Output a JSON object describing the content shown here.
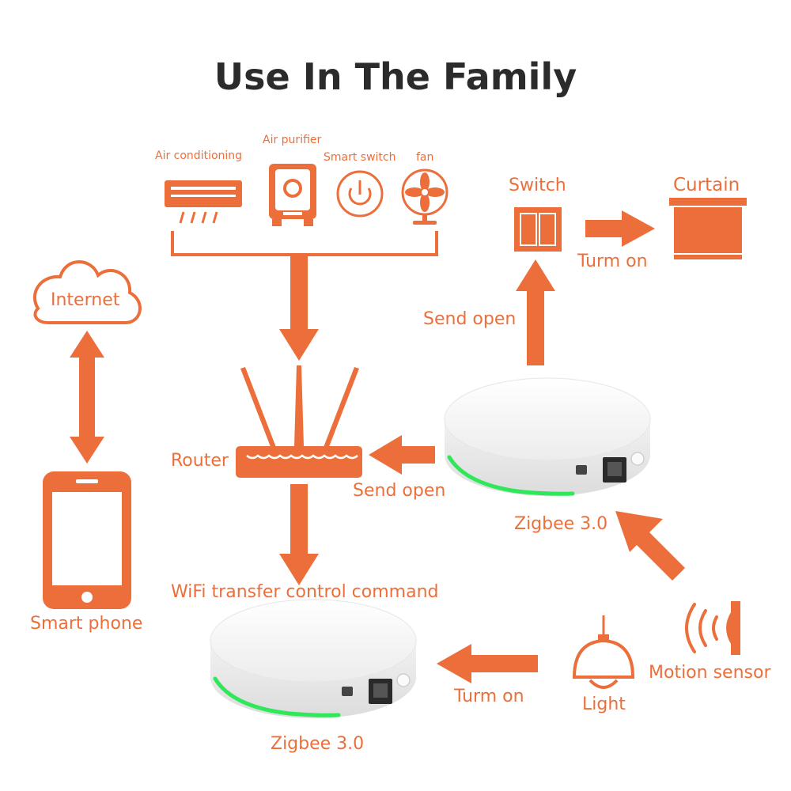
{
  "title": "Use In The Family",
  "appliances": {
    "air_conditioning": "Air conditioning",
    "air_purifier": "Air purifier",
    "smart_switch": "Smart switch",
    "fan": "fan"
  },
  "labels": {
    "internet": "Internet",
    "smart_phone": "Smart phone",
    "router": "Router",
    "send_open_left": "Send open",
    "send_open_up": "Send open",
    "switch": "Switch",
    "curtain": "Curtain",
    "turn_on_curtain": "Turm on",
    "zigbee_right": "Zigbee 3.0",
    "zigbee_bottom": "Zigbee 3.0",
    "wifi_command": "WiFi transfer control command",
    "turn_on_light": "Turm on",
    "light": "Light",
    "motion_sensor": "Motion sensor"
  },
  "colors": {
    "accent": "#ec6f3b",
    "title": "#2b2b2b",
    "hub_body": "#f4f4f4",
    "hub_led": "#2ee85a"
  }
}
